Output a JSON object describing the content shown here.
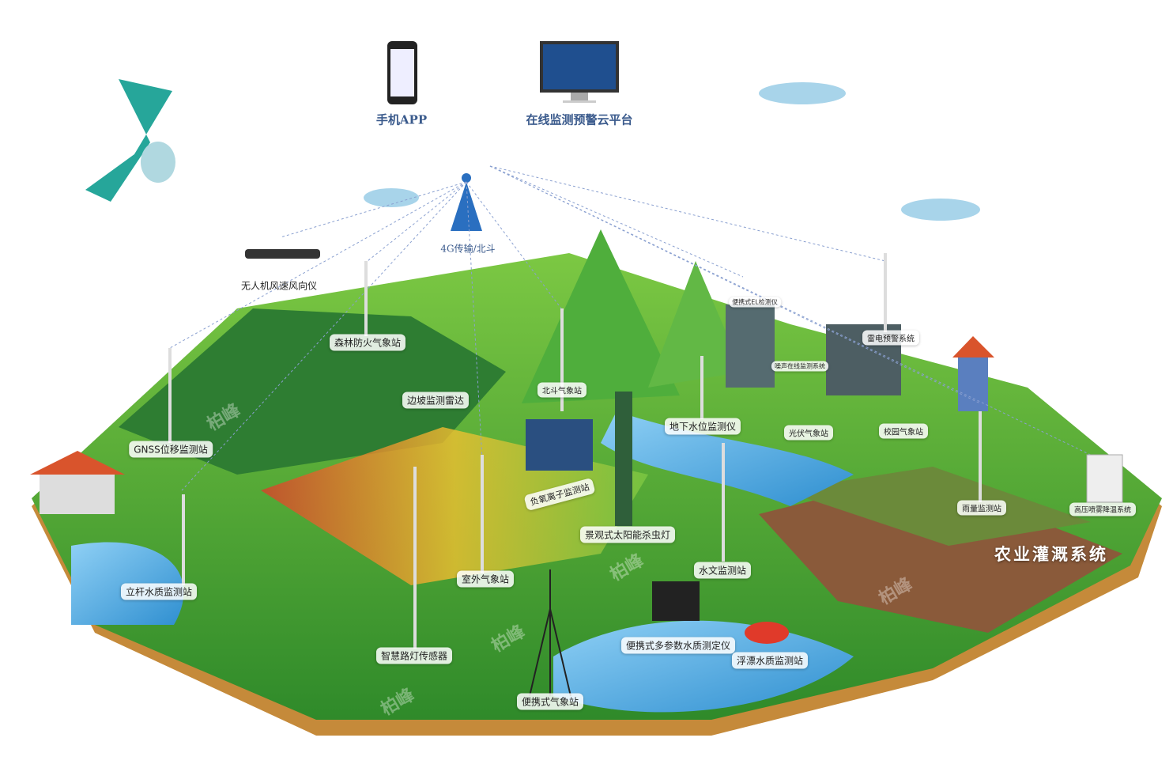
{
  "top": {
    "app_label": "手机APP",
    "platform_label": "在线监测预警云平台",
    "tower_label": "4G传输/北斗"
  },
  "labels": {
    "drone": "无人机风速风向仪",
    "forest": "森林防火气象站",
    "slope": "边坡监测雷达",
    "beidou": "北斗气象站",
    "el": "便携式EL检测仪",
    "noise": "噪声在线监测系统",
    "lightning": "雷电预警系统",
    "gnss": "GNSS位移监测站",
    "groundwater": "地下水位监测仪",
    "pv": "光伏气象站",
    "campus": "校园气象站",
    "anion": "负氧离子监测站",
    "insect": "景观式太阳能杀虫灯",
    "rain": "雨量监测站",
    "spray": "高压喷雾降温系统",
    "irrigation": "农业灌溉系统",
    "water_pole": "立杆水质监测站",
    "outdoor": "室外气象站",
    "hydro": "水文监测站",
    "streetlight": "智慧路灯传感器",
    "portable_water": "便携式多参数水质测定仪",
    "buoy": "浮漂水质监测站",
    "portable_weather": "便携式气象站"
  },
  "watermark": "柏峰",
  "colors": {
    "grass": "#4caf3a",
    "water": "#4fa8e0",
    "soil": "#8a5a3a",
    "title": "#3a5a8c"
  }
}
